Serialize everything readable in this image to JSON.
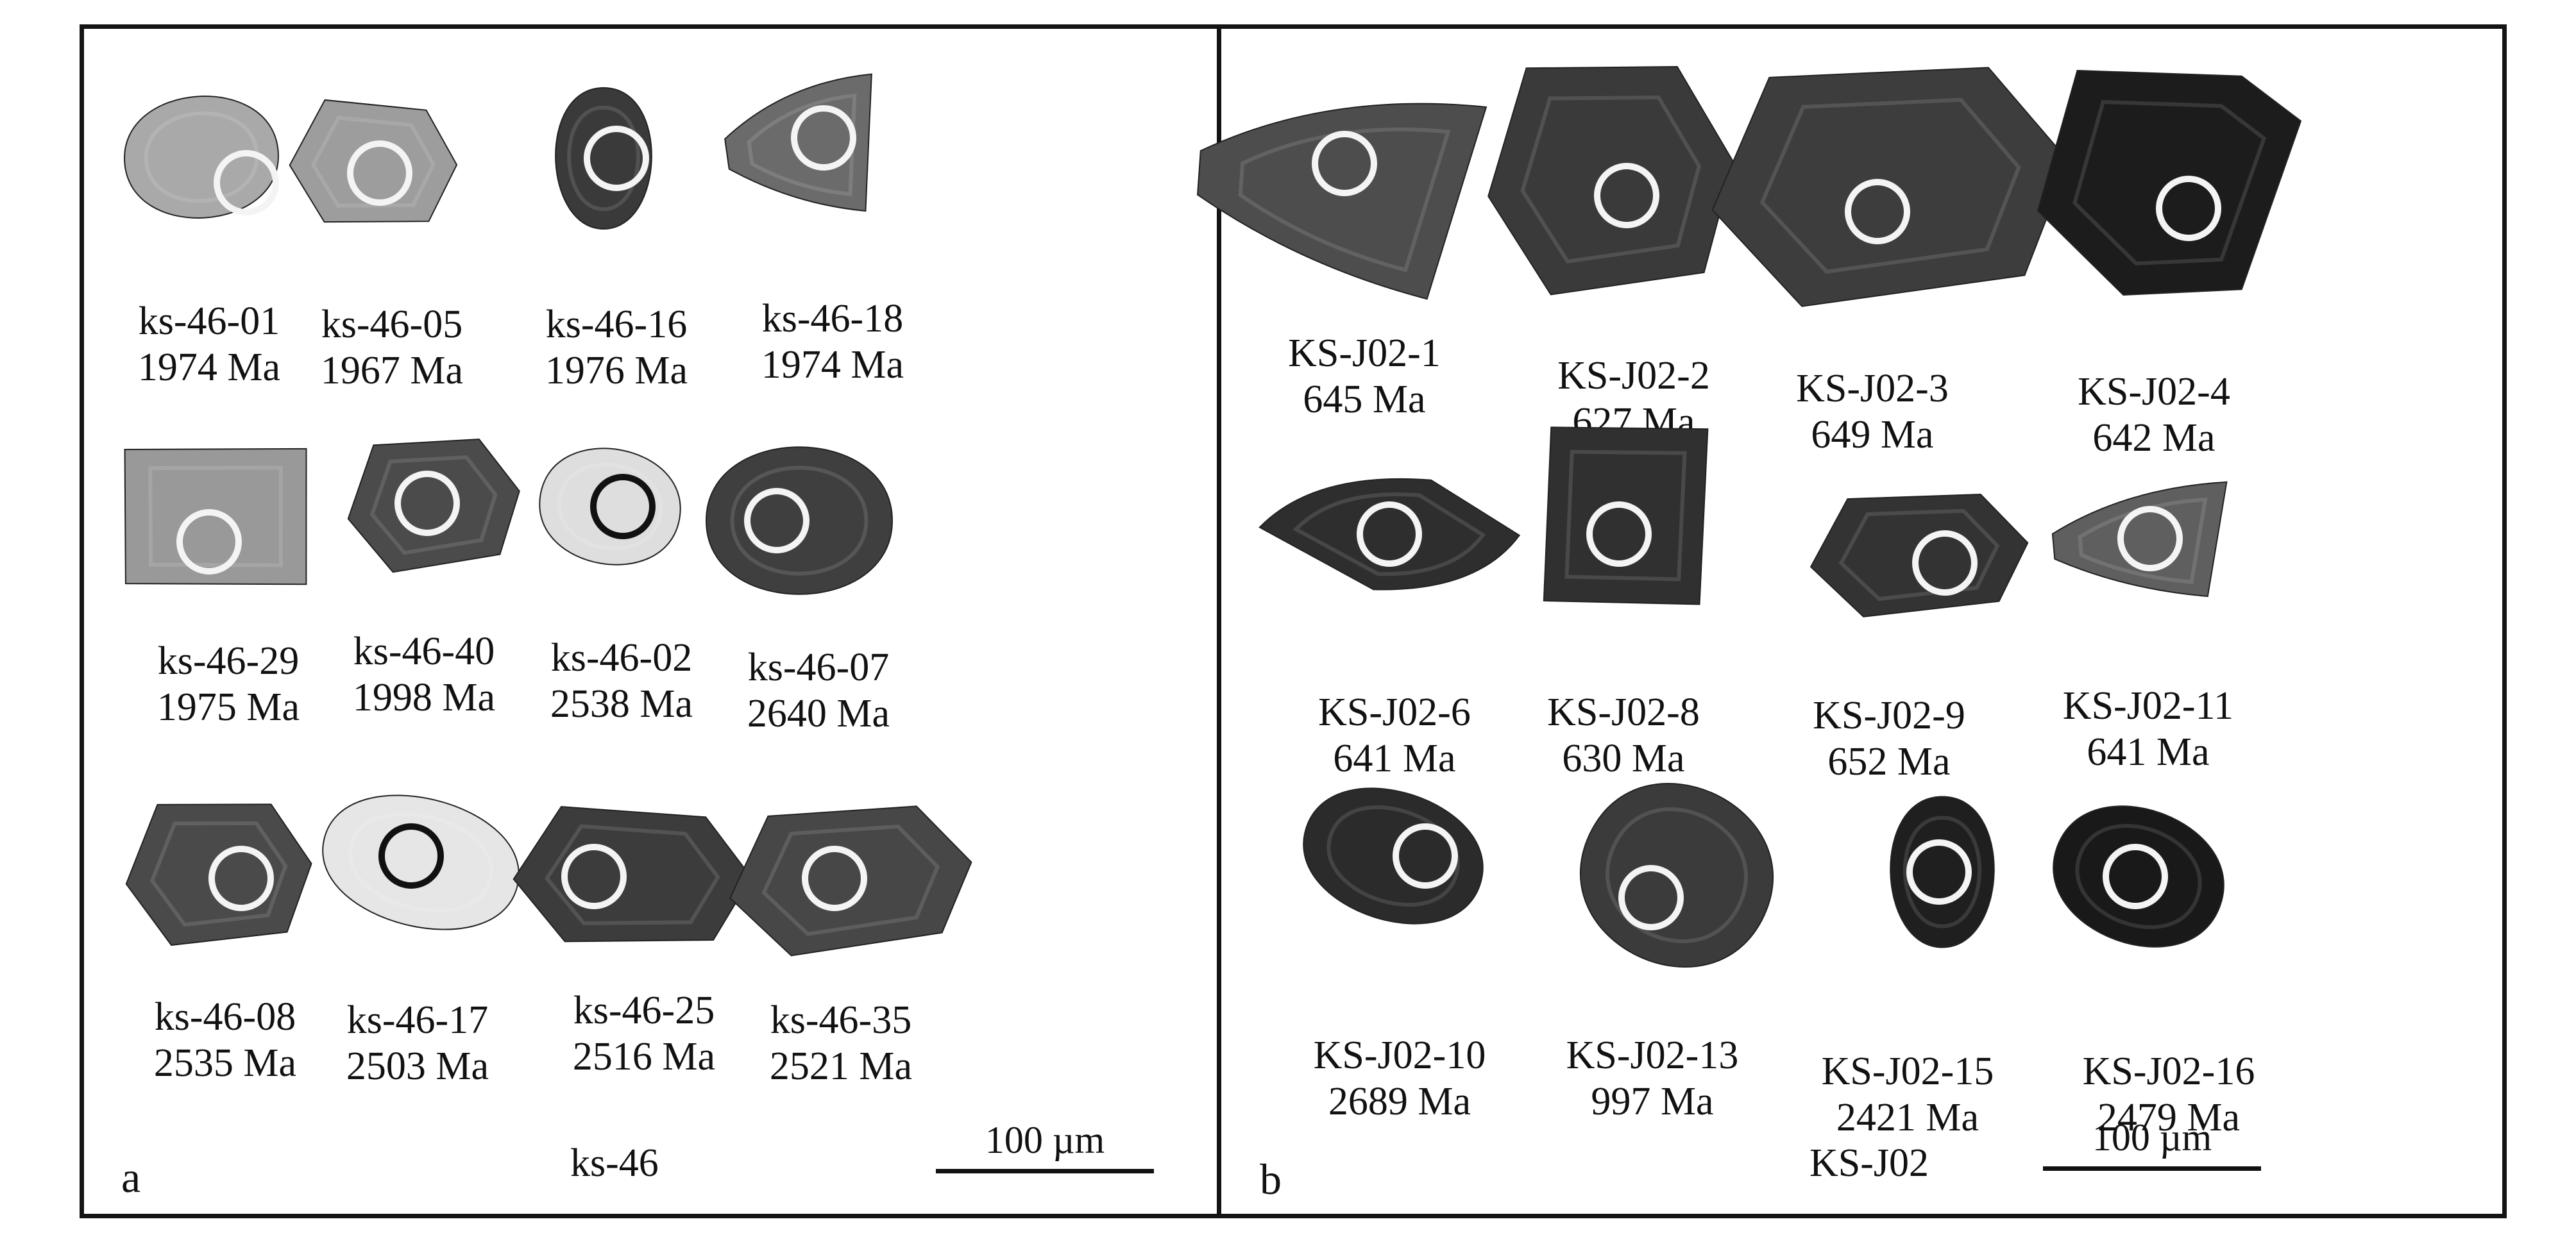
{
  "panels": [
    {
      "letter": "a",
      "sample": "ks-46",
      "scale_label": "100 µm",
      "grains": [
        {
          "id": "ks-46-01",
          "age": "1974 Ma",
          "fill": "#a9a9a9",
          "ring": "#f4f4f4"
        },
        {
          "id": "ks-46-05",
          "age": "1967 Ma",
          "fill": "#9d9d9d",
          "ring": "#f4f4f4"
        },
        {
          "id": "ks-46-16",
          "age": "1976 Ma",
          "fill": "#3a3a3a",
          "ring": "#f4f4f4"
        },
        {
          "id": "ks-46-18",
          "age": "1974 Ma",
          "fill": "#6b6b6b",
          "ring": "#f4f4f4"
        },
        {
          "id": "ks-46-29",
          "age": "1975 Ma",
          "fill": "#999999",
          "ring": "#f4f4f4"
        },
        {
          "id": "ks-46-40",
          "age": "1998 Ma",
          "fill": "#4b4b4b",
          "ring": "#f4f4f4"
        },
        {
          "id": "ks-46-02",
          "age": "2538 Ma",
          "fill": "#dedede",
          "ring": "#111111"
        },
        {
          "id": "ks-46-07",
          "age": "2640 Ma",
          "fill": "#3f3f3f",
          "ring": "#f4f4f4"
        },
        {
          "id": "ks-46-08",
          "age": "2535 Ma",
          "fill": "#4a4a4a",
          "ring": "#f4f4f4"
        },
        {
          "id": "ks-46-17",
          "age": "2503 Ma",
          "fill": "#e6e6e6",
          "ring": "#111111"
        },
        {
          "id": "ks-46-25",
          "age": "2516 Ma",
          "fill": "#3c3c3c",
          "ring": "#f4f4f4"
        },
        {
          "id": "ks-46-35",
          "age": "2521 Ma",
          "fill": "#474747",
          "ring": "#f4f4f4"
        }
      ]
    },
    {
      "letter": "b",
      "sample": "KS-J02",
      "scale_label": "100 µm",
      "grains": [
        {
          "id": "KS-J02-1",
          "age": "645 Ma",
          "fill": "#4d4d4d",
          "ring": "#f4f4f4"
        },
        {
          "id": "KS-J02-2",
          "age": "627 Ma",
          "fill": "#3a3a3a",
          "ring": "#f4f4f4"
        },
        {
          "id": "KS-J02-3",
          "age": "649 Ma",
          "fill": "#3d3d3d",
          "ring": "#f4f4f4"
        },
        {
          "id": "KS-J02-4",
          "age": "642 Ma",
          "fill": "#1c1c1c",
          "ring": "#f4f4f4"
        },
        {
          "id": "KS-J02-6",
          "age": "641 Ma",
          "fill": "#2e2e2e",
          "ring": "#f4f4f4"
        },
        {
          "id": "KS-J02-8",
          "age": "630 Ma",
          "fill": "#303030",
          "ring": "#f4f4f4"
        },
        {
          "id": "KS-J02-9",
          "age": "652 Ma",
          "fill": "#333333",
          "ring": "#f4f4f4"
        },
        {
          "id": "KS-J02-11",
          "age": "641 Ma",
          "fill": "#5f5f5f",
          "ring": "#f4f4f4"
        },
        {
          "id": "KS-J02-10",
          "age": "2689 Ma",
          "fill": "#2b2b2b",
          "ring": "#f4f4f4"
        },
        {
          "id": "KS-J02-13",
          "age": "997 Ma",
          "fill": "#3b3b3b",
          "ring": "#f4f4f4"
        },
        {
          "id": "KS-J02-15",
          "age": "2421 Ma",
          "fill": "#1f1f1f",
          "ring": "#f4f4f4"
        },
        {
          "id": "KS-J02-16",
          "age": "2479 Ma",
          "fill": "#191919",
          "ring": "#f4f4f4"
        }
      ]
    }
  ]
}
